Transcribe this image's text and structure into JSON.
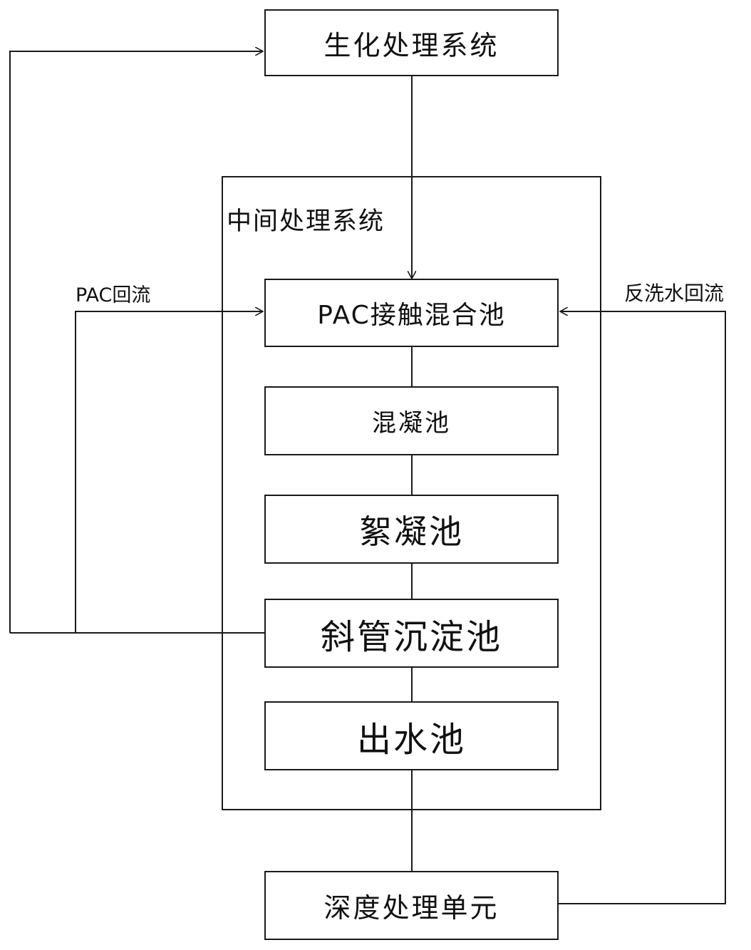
{
  "nodes": {
    "biochem": "生化处理系统",
    "pac_mix": "PAC接触混合池",
    "coag": "混凝池",
    "floc": "絮凝池",
    "tube_settler": "斜管沉淀池",
    "outlet": "出水池",
    "advanced": "深度处理单元"
  },
  "group": {
    "title": "中间处理系统"
  },
  "edge_labels": {
    "pac_return": "PAC回流",
    "backwash_return": "反洗水回流"
  },
  "colors": {
    "line": "#1a1a1a",
    "background": "#ffffff"
  }
}
